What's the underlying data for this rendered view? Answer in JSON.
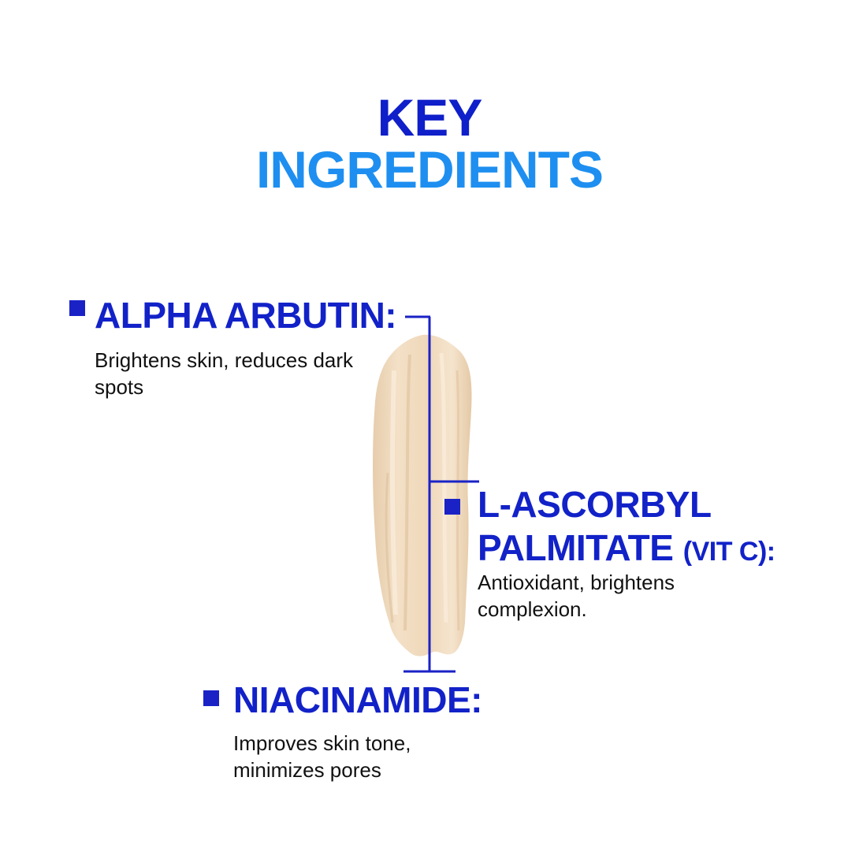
{
  "title": {
    "line1": "KEY",
    "line2": "INGREDIENTS"
  },
  "colors": {
    "title_line1": "#0f1fc9",
    "title_line2": "#1e8ff0",
    "heading": "#1222c8",
    "bullet": "#1a22c6",
    "connector": "#1a22c6",
    "swatch_base": "#f1dcc0",
    "swatch_shadow": "#e3c9a7",
    "swatch_highlight": "#f8ead6",
    "body_text": "#111111"
  },
  "ingredients": [
    {
      "name": "ALPHA ARBUTIN:",
      "description": "Brightens skin, reduces dark spots"
    },
    {
      "name_line1": "L-ASCORBYL",
      "name_line2_main": "PALMITATE",
      "name_line2_small": "(VIT C):",
      "description": "Antioxidant, brightens complexion."
    },
    {
      "name": "NIACINAMIDE:",
      "description": "Improves skin tone, minimizes pores"
    }
  ],
  "icons": {
    "bullet": "square-bullet-icon",
    "swatch": "cream-swatch-icon",
    "connector": "bracket-connector-line"
  }
}
